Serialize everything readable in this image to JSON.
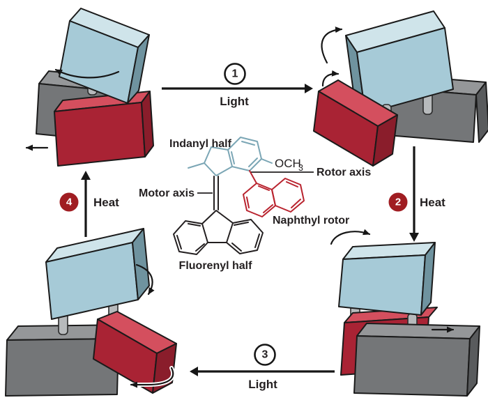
{
  "steps": [
    {
      "number": "1",
      "label": "Light"
    },
    {
      "number": "2",
      "label": "Heat"
    },
    {
      "number": "3",
      "label": "Light"
    },
    {
      "number": "4",
      "label": "Heat"
    }
  ],
  "molecule": {
    "indanyl_label": "Indanyl half",
    "och3_label": "OCH",
    "och3_subscript": "3",
    "rotor_axis_label": "Rotor axis",
    "motor_axis_label": "Motor axis",
    "naphthyl_label": "Naphthyl rotor",
    "fluorenyl_label": "Fluorenyl half"
  },
  "colors": {
    "indanyl_blue": "#7ba6b5",
    "naphthyl_red": "#b9242f",
    "bond_black": "#231f20",
    "step_circle_red": "#a01d22",
    "box_blue_top": "#cfe4ea",
    "box_blue_front": "#a6cad7",
    "box_blue_side": "#6f939f",
    "box_red_top": "#d44f5e",
    "box_red_front": "#a92334",
    "box_red_side": "#8a1d2b",
    "box_gray_top": "#959799",
    "box_gray_front": "#747678",
    "box_gray_side": "#595b5d",
    "peg_gray": "#b7babc"
  }
}
